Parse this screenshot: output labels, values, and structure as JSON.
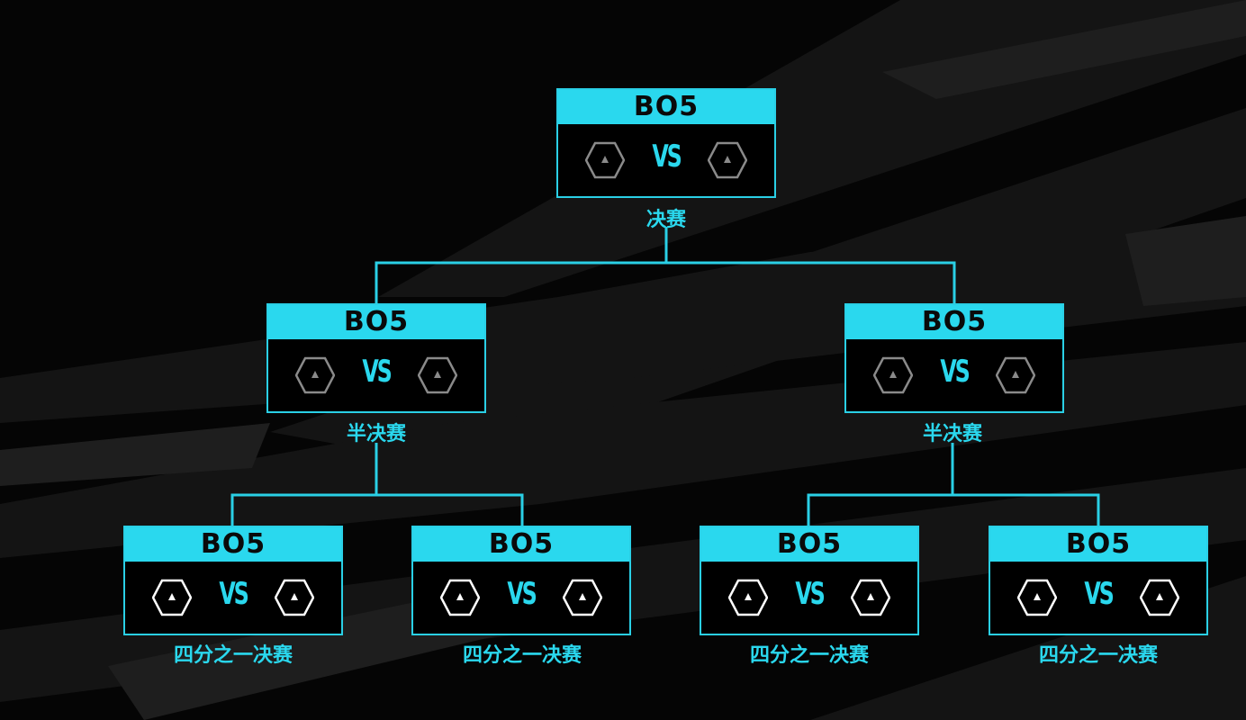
{
  "bracket": {
    "final": {
      "format": "BO5",
      "vs": "VS",
      "stage": "决赛"
    },
    "semis": [
      {
        "format": "BO5",
        "vs": "VS",
        "stage": "半决赛"
      },
      {
        "format": "BO5",
        "vs": "VS",
        "stage": "半决赛"
      }
    ],
    "quarters": [
      {
        "format": "BO5",
        "vs": "VS",
        "stage": "四分之一决赛"
      },
      {
        "format": "BO5",
        "vs": "VS",
        "stage": "四分之一决赛"
      },
      {
        "format": "BO5",
        "vs": "VS",
        "stage": "四分之一决赛"
      },
      {
        "format": "BO5",
        "vs": "VS",
        "stage": "四分之一决赛"
      }
    ]
  },
  "colors": {
    "accent": "#2ad8ee",
    "background": "#050505",
    "team_icon_dim": "#8a8a8a",
    "team_icon_bright": "#ffffff"
  },
  "icons": {
    "team_slot": "hexagon-team-icon"
  }
}
